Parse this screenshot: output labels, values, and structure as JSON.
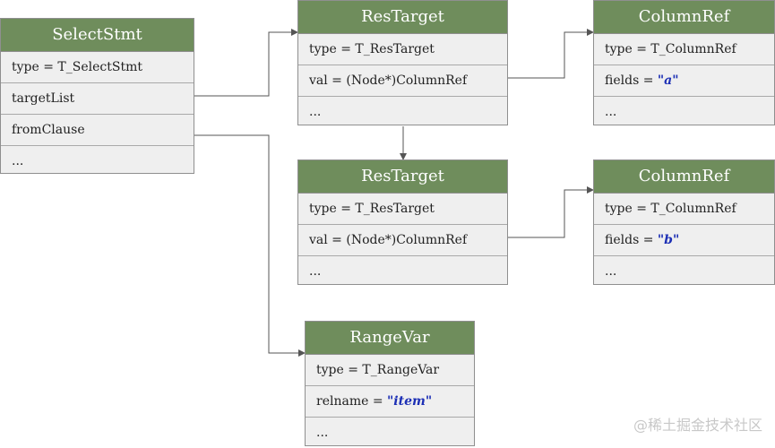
{
  "select_stmt": {
    "title": "SelectStmt",
    "rows": [
      "type = T_SelectStmt",
      "targetList",
      "fromClause",
      "..."
    ]
  },
  "res_target_1": {
    "title": "ResTarget",
    "rows": [
      "type = T_ResTarget",
      "val = (Node*)ColumnRef",
      "..."
    ]
  },
  "res_target_2": {
    "title": "ResTarget",
    "rows": [
      "type = T_ResTarget",
      "val = (Node*)ColumnRef",
      "..."
    ]
  },
  "column_ref_1": {
    "title": "ColumnRef",
    "type_row": "type = T_ColumnRef",
    "fields_label": "fields = ",
    "fields_value": "\"a\"",
    "more": "..."
  },
  "column_ref_2": {
    "title": "ColumnRef",
    "type_row": "type = T_ColumnRef",
    "fields_label": "fields = ",
    "fields_value": "\"b\"",
    "more": "..."
  },
  "range_var": {
    "title": "RangeVar",
    "type_row": "type = T_RangeVar",
    "relname_label": "relname = ",
    "relname_value": "\"item\"",
    "more": "..."
  },
  "watermark": "@稀土掘金技术社区",
  "colors": {
    "header_green": "#6f8d5c",
    "body_gray": "#efefef",
    "string_blue": "#1c2fb5",
    "connector": "#555555"
  }
}
